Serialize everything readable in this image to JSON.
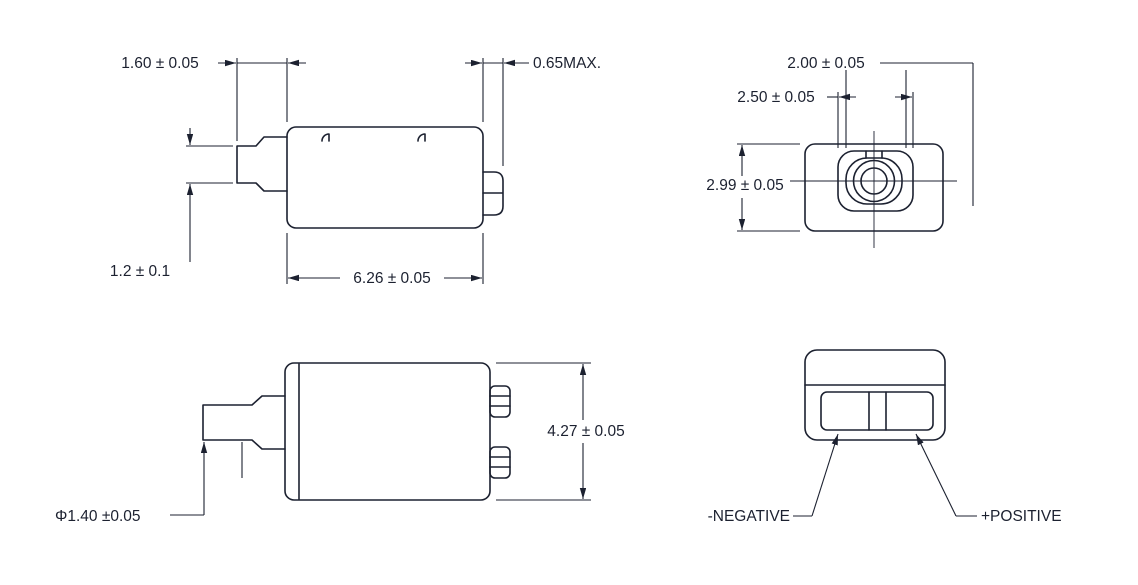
{
  "colors": {
    "line": "#1c2130",
    "background": "#ffffff"
  },
  "dims": {
    "shaft_length": "1.60 ± 0.05",
    "tab_max": "0.65MAX.",
    "shaft_step": "1.2 ± 0.1",
    "body_length": "6.26 ± 0.05",
    "hole_width": "2.00 ± 0.05",
    "bracket_width": "2.50 ± 0.05",
    "body_height": "2.99 ± 0.05",
    "body_depth": "4.27 ± 0.05",
    "shaft_diameter": "Φ1.40 ±0.05"
  },
  "terminals": {
    "negative": "-NEGATIVE",
    "positive": "+POSITIVE"
  }
}
